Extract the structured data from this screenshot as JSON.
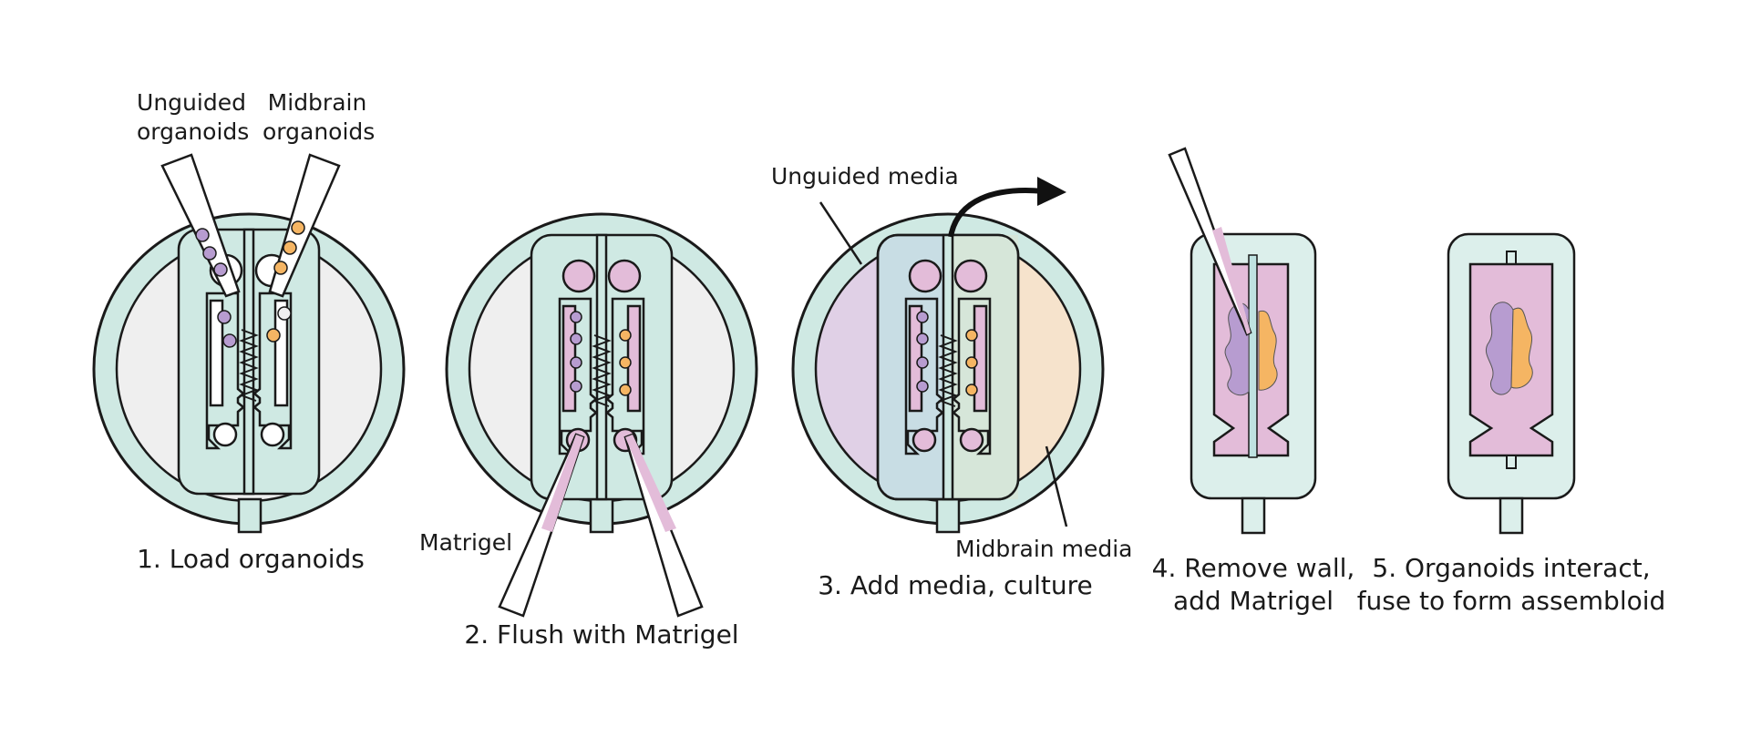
{
  "labels": {
    "unguided_organoids": [
      "Unguided",
      "organoids"
    ],
    "midbrain_organoids": [
      "Midbrain",
      "organoids"
    ],
    "unguided_media": "Unguided media",
    "midbrain_media": "Midbrain media",
    "matrigel": "Matrigel"
  },
  "steps": [
    {
      "lines": [
        "1. Load organoids"
      ]
    },
    {
      "lines": [
        "2. Flush with Matrigel"
      ]
    },
    {
      "lines": [
        "3. Add media, culture"
      ]
    },
    {
      "lines": [
        "4. Remove wall,",
        "add Matrigel"
      ]
    },
    {
      "lines": [
        "5. Organoids interact,",
        "fuse to form assembloid"
      ]
    }
  ],
  "colors": {
    "teal": "#cfe9e3",
    "teal_light": "#dcefeb",
    "well_interior": "#efefef",
    "matrigel_pink": "#e3bcd9",
    "unguided_purple": "#b79cd0",
    "midbrain_orange": "#f5b563",
    "unguided_media_bg": "#e0d0e6",
    "midbrain_media_bg": "#f6e3cc",
    "outline": "#1a1a1a"
  }
}
